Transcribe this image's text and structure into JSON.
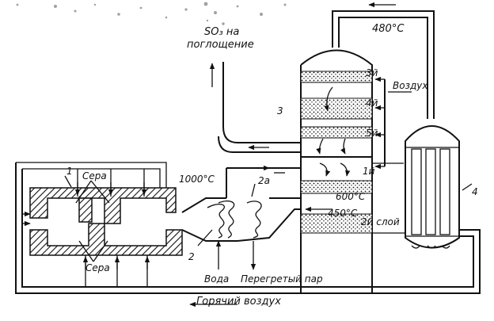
{
  "labels": {
    "so3_line1": "SO₃ на",
    "so3_line2": "поглощение",
    "temp_480": "480°C",
    "temp_1000": "1000°C",
    "temp_600": "600°C",
    "temp_450": "450°C",
    "air": "Воздух",
    "sulfur_top": "Сера",
    "sulfur_bottom": "Сера",
    "water": "Вода",
    "superheated_steam": "Перегретый пар",
    "hot_air": "Горячий  воздух"
  },
  "numbers": {
    "furnace": "1",
    "boiler": "2",
    "superheater": "2a",
    "contact_apparatus": "3",
    "heat_exchanger": "4"
  },
  "layers": [
    "3й",
    "4й",
    "5й",
    "1й",
    "2й слой"
  ]
}
